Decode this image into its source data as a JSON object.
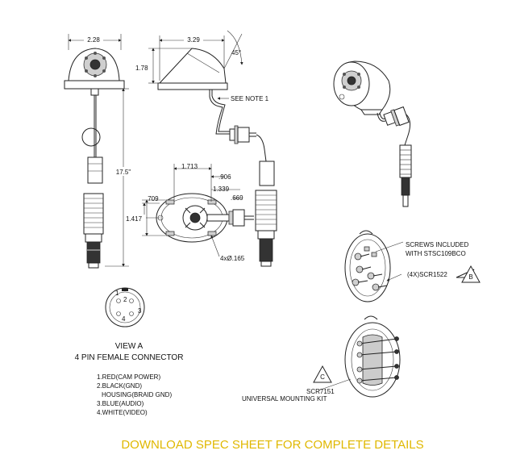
{
  "dimensions": {
    "width_top": "2.28",
    "depth": "3.29",
    "angle": "45°",
    "height": "1.78",
    "cable_length": "17.5\"",
    "d_1713": "1.713",
    "d_906": ".906",
    "d_1339": "1.339",
    "d_709": ".709",
    "d_669": ".669",
    "d_1417": "1.417",
    "holes": "4xØ.165"
  },
  "notes": {
    "see_note": "SEE NOTE 1",
    "screws_line1": "SCREWS INCLUDED",
    "screws_line2": "WITH STSC109BCO",
    "scr1522": "(4X)SCR1522",
    "scr7151": "SCR7151",
    "mount_kit": "UNIVERSAL MOUNTING KIT"
  },
  "callouts": {
    "b": "B",
    "c": "C"
  },
  "connector": {
    "title": "VIEW A",
    "subtitle": "4 PIN FEMALE CONNECTOR",
    "pins": [
      "1",
      "2",
      "3",
      "4"
    ],
    "wiring": [
      "1.RED(CAM POWER)",
      "2.BLACK(GND)",
      "HOUSING(BRAID GND)",
      "3.BLUE(AUDIO)",
      "4.WHITE(VIDEO)"
    ]
  },
  "cta": "DOWNLOAD SPEC SHEET FOR COMPLETE DETAILS",
  "colors": {
    "cta": "#e0b800",
    "line": "#222222"
  }
}
